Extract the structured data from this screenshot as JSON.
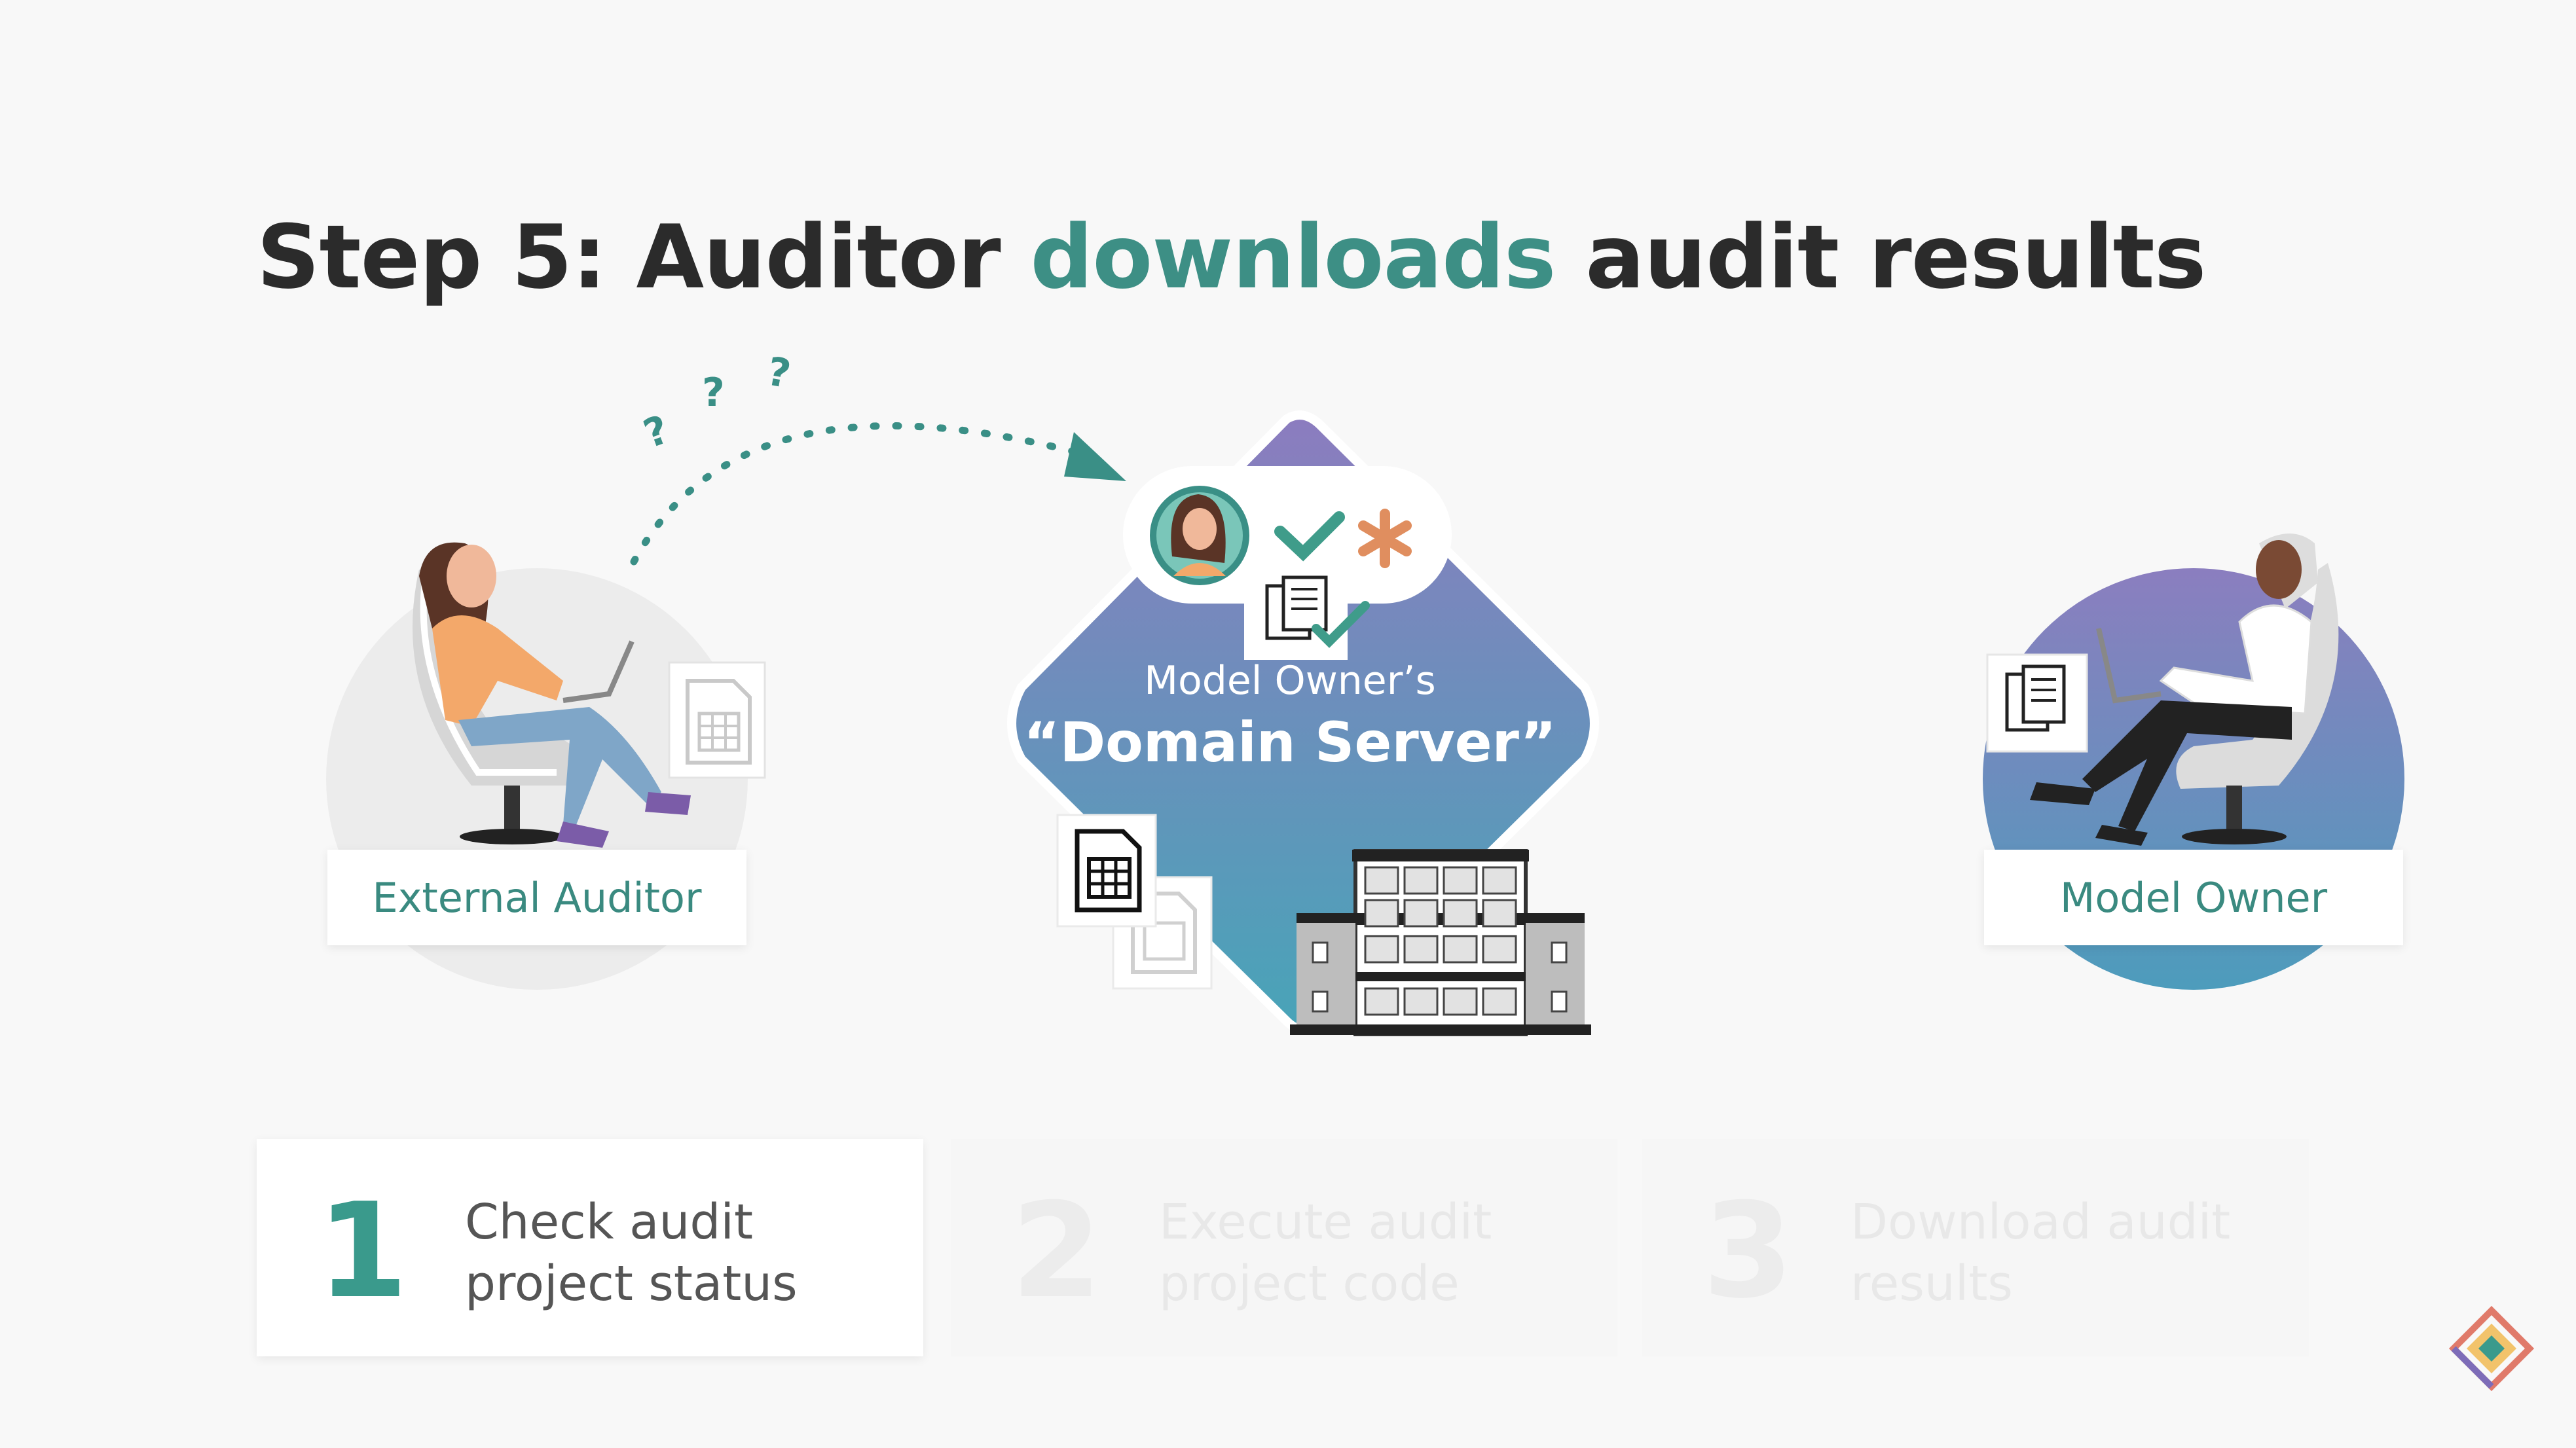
{
  "title": {
    "prefix": "Step 5: Auditor ",
    "accent": "downloads",
    "suffix": " audit results",
    "accent_color": "#3d8f85"
  },
  "actors": {
    "auditor_label": "External Auditor",
    "owner_label": "Model Owner"
  },
  "server": {
    "line1": "Model Owner’s",
    "line2": "“Domain Server”"
  },
  "question_marks": [
    "?",
    "?",
    "?"
  ],
  "steps": [
    {
      "number": "1",
      "text": "Check audit project status",
      "active": true
    },
    {
      "number": "2",
      "text": "Execute audit project code",
      "active": false
    },
    {
      "number": "3",
      "text": "Download audit results",
      "active": false
    }
  ],
  "icons": [
    "document-table-icon",
    "code-document-icon",
    "checkmark-icon",
    "asterisk-icon",
    "building-icon",
    "logo-icon"
  ],
  "colors": {
    "accent": "#3a9a8c",
    "server_gradient_top": "#8f7fc0",
    "server_gradient_bottom": "#4aa3b8"
  }
}
